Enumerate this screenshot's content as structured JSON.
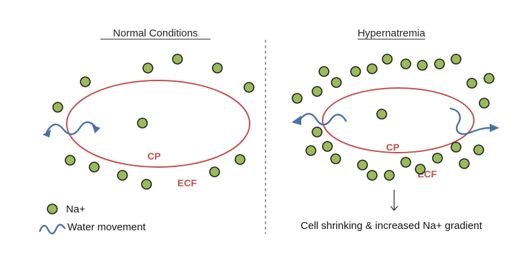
{
  "panels": {
    "normal": {
      "title": "Normal Conditions",
      "cell_label": "CP",
      "outside_label": "ECF"
    },
    "hyper": {
      "title": "Hypernatremia",
      "cell_label": "CP",
      "outside_label": "ECF",
      "caption": "Cell shrinking & increased Na+ gradient"
    }
  },
  "legend": {
    "na_label": "Na+",
    "water_label": "Water movement"
  },
  "colors": {
    "sodium_fill": "#9bbb59",
    "membrane": "#c0504d",
    "water": "#4a72a8"
  }
}
